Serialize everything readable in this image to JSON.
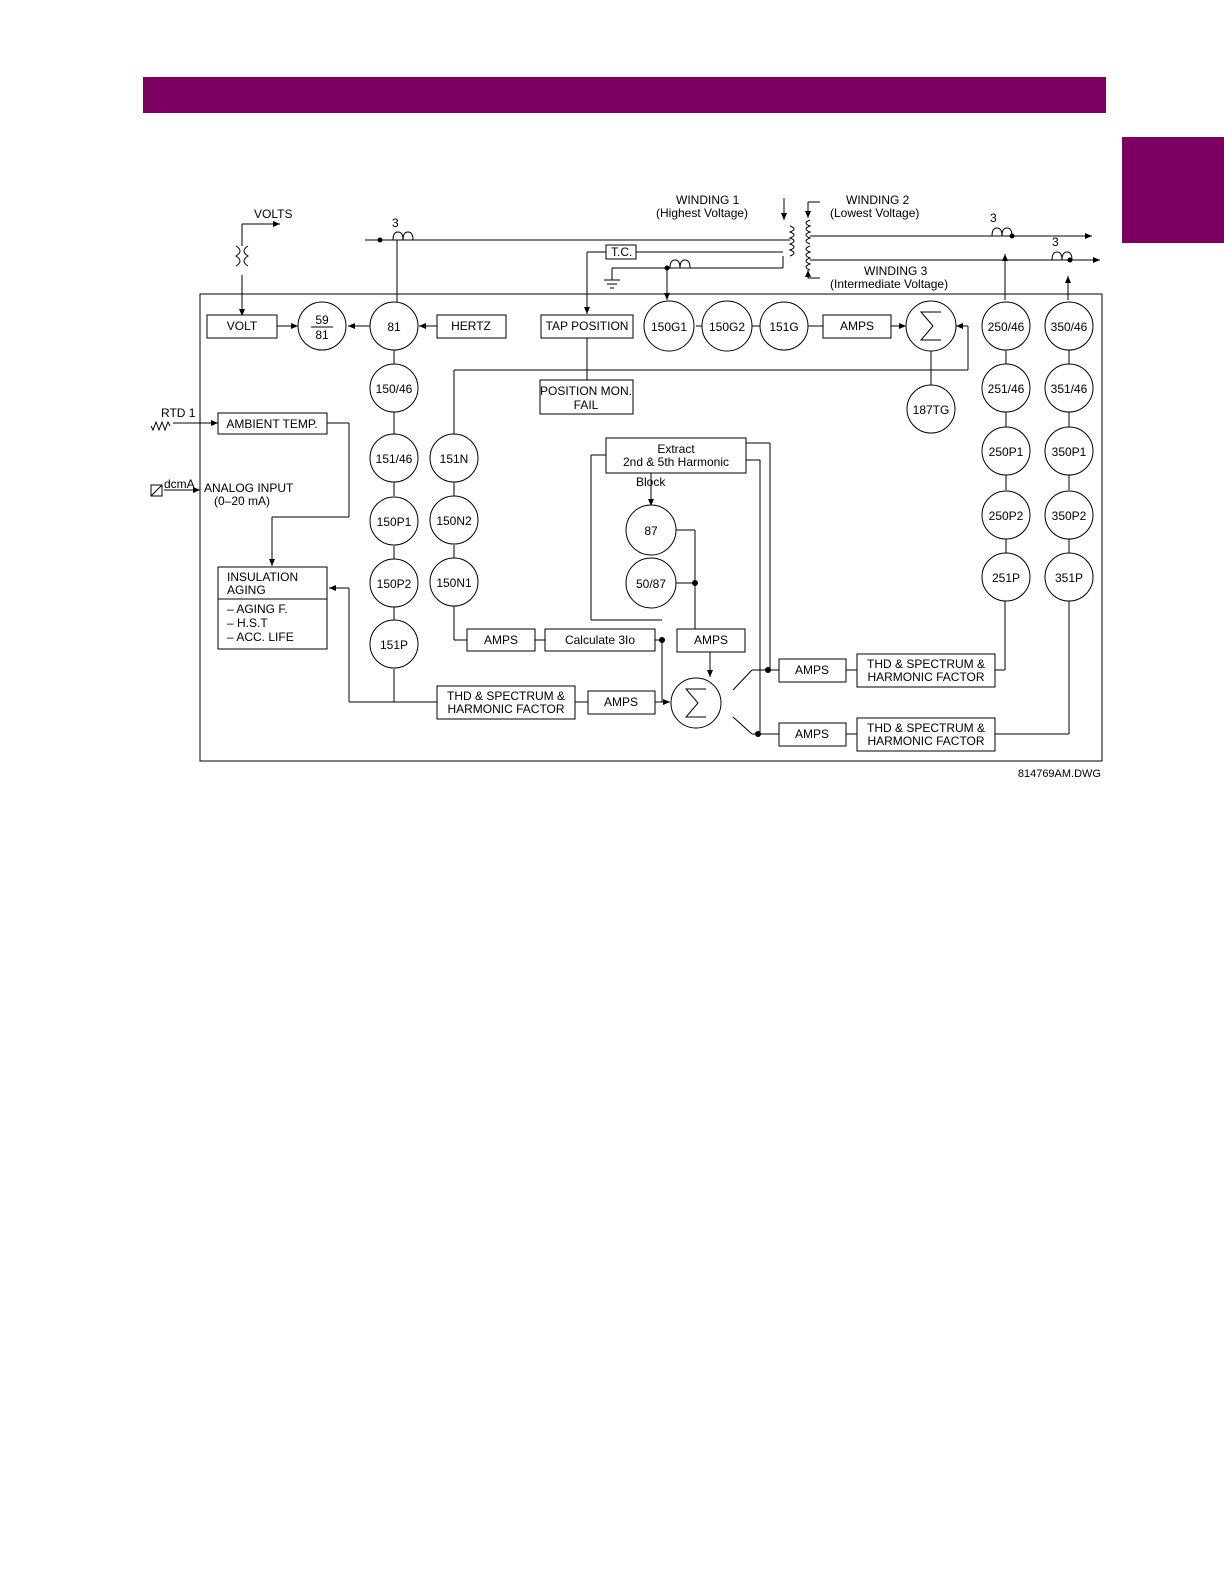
{
  "colors": {
    "accent": "#7b0061"
  },
  "labels": {
    "volts": "VOLTS",
    "three_phase_1": "3",
    "three_phase_2": "3",
    "three_phase_3": "3",
    "winding1": "WINDING  1",
    "winding1_sub": "(Highest  Voltage)",
    "winding2": "WINDING  2",
    "winding2_sub": "(Lowest  Voltage)",
    "winding3": "WINDING  3",
    "winding3_sub": "(Intermediate  Voltage)",
    "tc": "T.C.",
    "rtd": "RTD  1",
    "dcma": "dcmA",
    "analog_input": "ANALOG  INPUT",
    "analog_range": "(0–20  mA)",
    "block": "Block",
    "drawing_id": "814769AM.DWG"
  },
  "boxes": {
    "volt": "VOLT",
    "hertz": "HERTZ",
    "tap_position": "TAP  POSITION",
    "position_mon_1": "POSITION  MON.",
    "position_mon_2": "FAIL",
    "amps_ground": "AMPS",
    "ambient_temp": "AMBIENT  TEMP.",
    "insulation_1": "INSULATION",
    "insulation_2": "AGING",
    "insulation_items": [
      "–  AGING  F.",
      "–  H.S.T",
      "–  ACC.  LIFE"
    ],
    "extract_1": "Extract",
    "extract_2": "2nd  &  5th  Harmonic",
    "amps_neutral": "AMPS",
    "calc_3io": "Calculate  3Io",
    "amps_diff": "AMPS",
    "amps_w1": "AMPS",
    "thd_w1_1": "THD  &  SPECTRUM  &",
    "thd_w1_2": "HARMONIC  FACTOR",
    "amps_w2": "AMPS",
    "thd_w2_1": "THD  &  SPECTRUM  &",
    "thd_w2_2": "HARMONIC  FACTOR",
    "amps_w3": "AMPS",
    "thd_w3_1": "THD  &  SPECTRUM  &",
    "thd_w3_2": "HARMONIC  FACTOR"
  },
  "relays": {
    "r59": "59",
    "r81b": "81",
    "r81": "81",
    "r150_46": "150/46",
    "r151_46": "151/46",
    "r150P1": "150P1",
    "r150P2": "150P2",
    "r151P": "151P",
    "r151N": "151N",
    "r150N2": "150N2",
    "r150N1": "150N1",
    "r150G1": "150G1",
    "r150G2": "150G2",
    "r151G": "151G",
    "r187TG": "187TG",
    "r87": "87",
    "r50_87": "50/87",
    "r250_46": "250/46",
    "r251_46": "251/46",
    "r250P1": "250P1",
    "r250P2": "250P2",
    "r251P": "251P",
    "r350_46": "350/46",
    "r351_46": "351/46",
    "r350P1": "350P1",
    "r350P2": "350P2",
    "r351P": "351P"
  }
}
